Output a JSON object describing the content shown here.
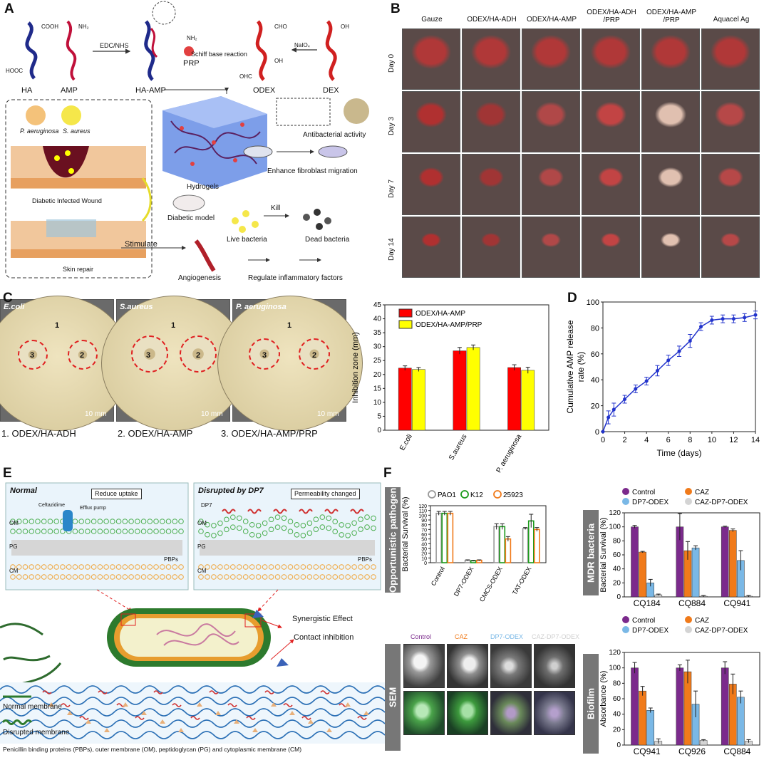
{
  "panel_labels": {
    "a": "A",
    "b": "B",
    "c": "C",
    "d": "D",
    "e": "E",
    "f": "F"
  },
  "schematic_a": {
    "ha": "HA",
    "amp": "AMP",
    "ha_amp": "HA-AMP",
    "prp": "PRP",
    "odex": "ODEX",
    "dex": "DEX",
    "edc": "EDC/NHS",
    "schiff": "Schiff base reaction",
    "naio4": "NaIO₄",
    "nh2": "NH₂",
    "cooh": "COOH",
    "hooc": "HOOC",
    "oh": "OH",
    "cho": "CHO",
    "ohc": "OHC",
    "p_aeruginosa": "P. aeruginosa",
    "s_aureus": "S. aureus",
    "diabetic_wound": "Diabetic Infected Wound",
    "skin_repair": "Skin repair",
    "stimulate": "Stimulate",
    "hydrogels": "Hydrogels",
    "antibacterial": "Antibacterial activity",
    "fibroblast": "Enhance fibroblast migration",
    "diabetic_model": "Diabetic model",
    "kill": "Kill",
    "live": "Live bacteria",
    "dead": "Dead bacteria",
    "angiogenesis": "Angiogenesis",
    "regulate": "Regulate inflammatory factors"
  },
  "wound_grid": {
    "columns": [
      "Gauze",
      "ODEX/HA-ADH",
      "ODEX/HA-AMP",
      "ODEX/HA-ADH\n/PRP",
      "ODEX/HA-AMP\n/PRP",
      "Aquacel Ag"
    ],
    "rows": [
      "Day 0",
      "Day 3",
      "Day 7",
      "Day 14"
    ]
  },
  "plates": {
    "titles": [
      "E.coli",
      "S.aureus",
      "P. aeruginosa"
    ],
    "scale": "10 mm",
    "legend": [
      "1. ODEX/HA-ADH",
      "2. ODEX/HA-AMP",
      "3. ODEX/HA-AMP/PRP"
    ],
    "numbers": [
      "1",
      "2",
      "3"
    ]
  },
  "colors": {
    "red": "#ff0000",
    "yellow": "#ffff00",
    "blue": "#2233cc",
    "purple": "#7b2a8c",
    "orange": "#f07a1a",
    "lightblue": "#7ab8e6",
    "grey": "#d4d4d4",
    "green": "#1a9a1a",
    "sand": "#e9dfc0"
  },
  "chart_data": [
    {
      "type": "bar",
      "id": "C",
      "categories": [
        "E.coli",
        "S.aureus",
        "P. aeruginosa"
      ],
      "series": [
        {
          "name": "ODEX/HA-AMP",
          "values": [
            22.3,
            28.5,
            22.5
          ],
          "errors": [
            0.8,
            1.2,
            1.0
          ],
          "color": "#ff0000"
        },
        {
          "name": "ODEX/HA-AMP/PRP",
          "values": [
            21.8,
            29.7,
            21.5
          ],
          "errors": [
            0.7,
            0.9,
            1.1
          ],
          "color": "#ffff00"
        }
      ],
      "ylabel": "Inhibition zone (mm)",
      "ylim": [
        0,
        45
      ],
      "yticks": [
        0,
        5,
        10,
        15,
        20,
        25,
        30,
        35,
        40,
        45
      ]
    },
    {
      "type": "line",
      "id": "D",
      "x": [
        0,
        0.5,
        1,
        2,
        3,
        4,
        5,
        6,
        7,
        8,
        9,
        10,
        11,
        12,
        13,
        14
      ],
      "y": [
        0,
        11,
        17,
        25,
        33,
        39,
        47,
        55,
        62,
        70,
        81,
        86,
        87,
        87,
        88,
        90
      ],
      "errors": [
        0,
        5,
        5,
        3,
        3,
        3,
        4,
        4,
        4,
        5,
        3,
        3,
        3,
        3,
        3,
        3
      ],
      "xlabel": "Time (days)",
      "ylabel": "Cumulative AMP release rate (%)",
      "xlim": [
        0,
        14
      ],
      "ylim": [
        0,
        100
      ],
      "xticks": [
        0,
        2,
        4,
        6,
        8,
        10,
        12,
        14
      ],
      "yticks": [
        0,
        20,
        40,
        60,
        80,
        100
      ]
    },
    {
      "type": "bar",
      "id": "F-opportunistic",
      "categories": [
        "Control",
        "DP7-ODEX",
        "CMCS-ODEX",
        "TAT-ODEX"
      ],
      "series": [
        {
          "name": "PAO1",
          "values": [
            104,
            5,
            76,
            72
          ],
          "errors": [
            4,
            1,
            6,
            2
          ],
          "color": "#999999"
        },
        {
          "name": "K12",
          "values": [
            104,
            4,
            76,
            88
          ],
          "errors": [
            4,
            1,
            6,
            14
          ],
          "color": "#1a9a1a"
        },
        {
          "name": "25923",
          "values": [
            104,
            5,
            50,
            70
          ],
          "errors": [
            4,
            1,
            5,
            4
          ],
          "color": "#f07a1a"
        }
      ],
      "ylabel": "Bacterial Survival (%)",
      "ylim": [
        0,
        120
      ],
      "yticks": [
        0,
        10,
        20,
        30,
        40,
        50,
        60,
        70,
        80,
        90,
        100,
        110,
        120
      ],
      "side_label": "Opportunistic pathogen"
    },
    {
      "type": "bar",
      "id": "F-mdr",
      "categories": [
        "CQ184",
        "CQ884",
        "CQ941"
      ],
      "series": [
        {
          "name": "Control",
          "values": [
            100,
            100,
            100
          ],
          "errors": [
            2,
            19,
            1
          ],
          "color": "#7b2a8c"
        },
        {
          "name": "CAZ",
          "values": [
            64,
            66,
            95
          ],
          "errors": [
            1,
            13,
            2
          ],
          "color": "#f07a1a"
        },
        {
          "name": "DP7-ODEX",
          "values": [
            20,
            70,
            52
          ],
          "errors": [
            5,
            3,
            14
          ],
          "color": "#7ab8e6"
        },
        {
          "name": "CAZ-DP7-ODEX",
          "values": [
            3,
            1,
            1
          ],
          "errors": [
            1,
            1,
            1
          ],
          "color": "#d4d4d4"
        }
      ],
      "ylabel": "Bacterial Survival (%)",
      "ylim": [
        0,
        120
      ],
      "yticks": [
        0,
        20,
        40,
        60,
        80,
        100,
        120
      ],
      "side_label": "MDR bacteria"
    },
    {
      "type": "bar",
      "id": "F-biofilm",
      "categories": [
        "CQ941",
        "CQ926",
        "CQ884"
      ],
      "series": [
        {
          "name": "Control",
          "values": [
            100,
            100,
            100
          ],
          "errors": [
            7,
            4,
            8
          ],
          "color": "#7b2a8c"
        },
        {
          "name": "CAZ",
          "values": [
            70,
            95,
            79
          ],
          "errors": [
            6,
            15,
            13
          ],
          "color": "#f07a1a"
        },
        {
          "name": "DP7-ODEX",
          "values": [
            45,
            53,
            62
          ],
          "errors": [
            3,
            17,
            8
          ],
          "color": "#7ab8e6"
        },
        {
          "name": "CAZ-DP7-ODEX",
          "values": [
            5,
            6,
            5
          ],
          "errors": [
            3,
            1,
            2
          ],
          "color": "#d4d4d4"
        }
      ],
      "ylabel": "Absorbance (%)",
      "ylim": [
        0,
        120
      ],
      "yticks": [
        0,
        20,
        40,
        60,
        80,
        100,
        120
      ],
      "side_label": "Biofilm"
    }
  ],
  "schematic_e": {
    "normal": "Normal",
    "disrupted": "Disrupted by DP7",
    "reduce": "Reduce uptake",
    "perm": "Permeability changed",
    "ceftazidime": "Ceftazidime",
    "efflux": "Efflux pump",
    "dp7": "DP7",
    "om": "OM",
    "pg": "PG",
    "cm": "CM",
    "pbps": "PBPs",
    "synergy": "Synergistic Effect",
    "contact": "Contact inhibition",
    "normal_mem": "Normal membrane",
    "disrupted_mem": "Disrupted membrane",
    "footnote": "Penicillin binding proteins (PBPs), outer membrane (OM), peptidoglycan (PG) and cytoplasmic membrane (CM)"
  },
  "sem": {
    "side": "SEM",
    "labels": [
      "Control",
      "CAZ",
      "DP7-ODEX",
      "CAZ-DP7-ODEX"
    ]
  }
}
